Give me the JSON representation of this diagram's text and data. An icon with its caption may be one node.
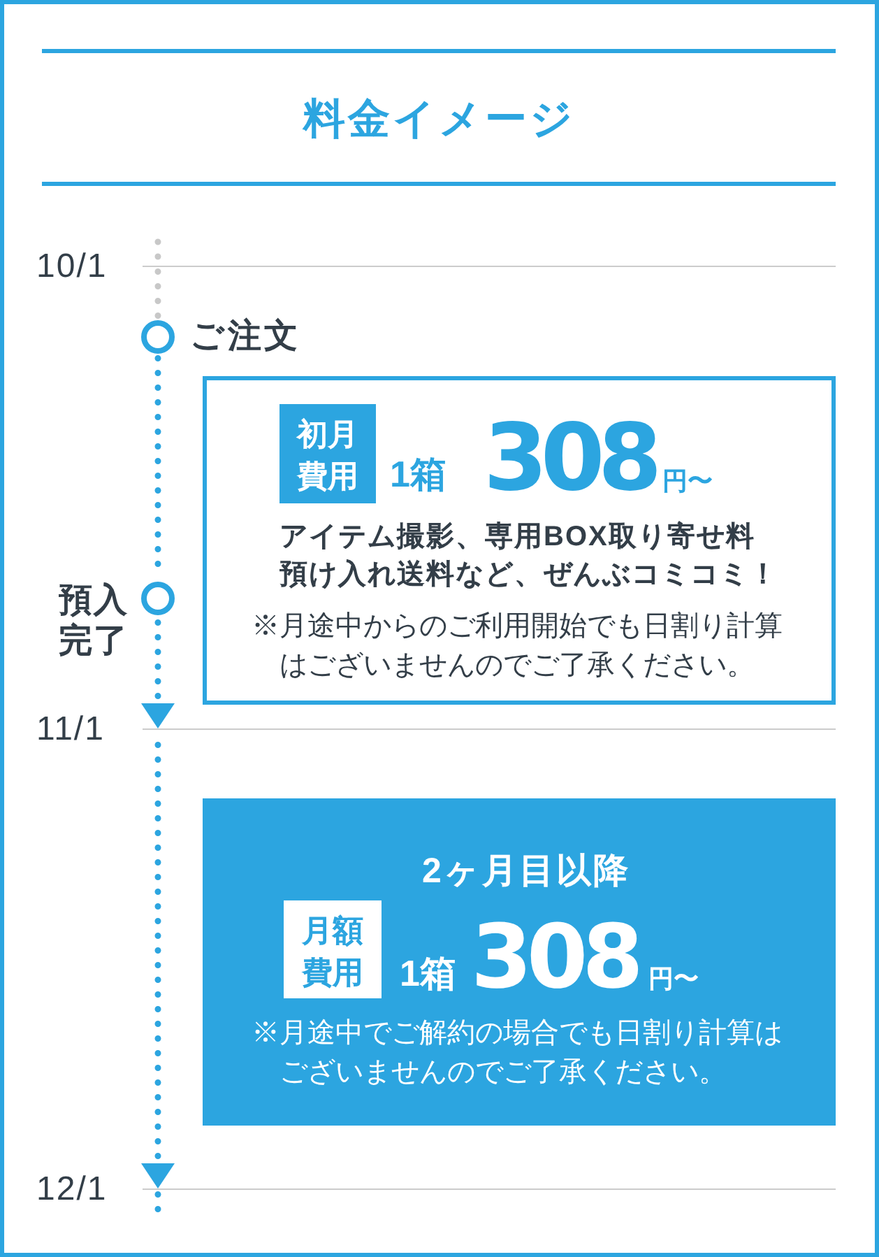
{
  "diagram": {
    "title": "料金イメージ",
    "nodes": [
      {
        "text": [],
        "shape": "line",
        "beside": [
          "10/1"
        ]
      },
      {
        "text": [],
        "shape": "circle",
        "beside": [
          "ご注文"
        ]
      },
      {
        "text": [
          "1箱",
          "308",
          "円〜",
          "アイテム撮影、専用BOX取り寄せ料預け入れ送料など、ぜんぶコミコミ！",
          "※月途中からのご利用開始でも日割り計算はございませんのでご了承ください。"
        ]
      },
      {
        "text": [
          "初月費用"
        ],
        "in": 2
      },
      {
        "text": [],
        "shape": "circle",
        "beside": [
          "預入完了"
        ]
      },
      {
        "text": [],
        "shape": "line",
        "beside": [
          "11/1"
        ]
      },
      {
        "text": [
          "2ヶ月目以降",
          "1箱",
          "308",
          "円〜",
          "※月途中でご解約の場合でも日割り計算はございませんのでご了承ください。"
        ]
      },
      {
        "text": [
          "月額費用"
        ],
        "in": 6
      },
      {
        "text": [],
        "shape": "line",
        "beside": [
          "12/1"
        ]
      }
    ],
    "edges": [
      {
        "from": null,
        "to": 0,
        "arrow": "none",
        "style": "dashed",
        "color": "#c8c8c8"
      },
      {
        "from": 0,
        "to": 1,
        "arrow": "none",
        "style": "dashed",
        "color": "#c8c8c8"
      },
      {
        "from": 1,
        "to": 4,
        "arrow": "none",
        "style": "dashed"
      },
      {
        "from": 4,
        "to": 5,
        "arrow": "to",
        "style": "dashed"
      },
      {
        "from": 5,
        "to": 8,
        "arrow": "to",
        "style": "dashed"
      },
      {
        "from": 8,
        "to": null,
        "arrow": "none",
        "style": "dashed"
      }
    ]
  }
}
